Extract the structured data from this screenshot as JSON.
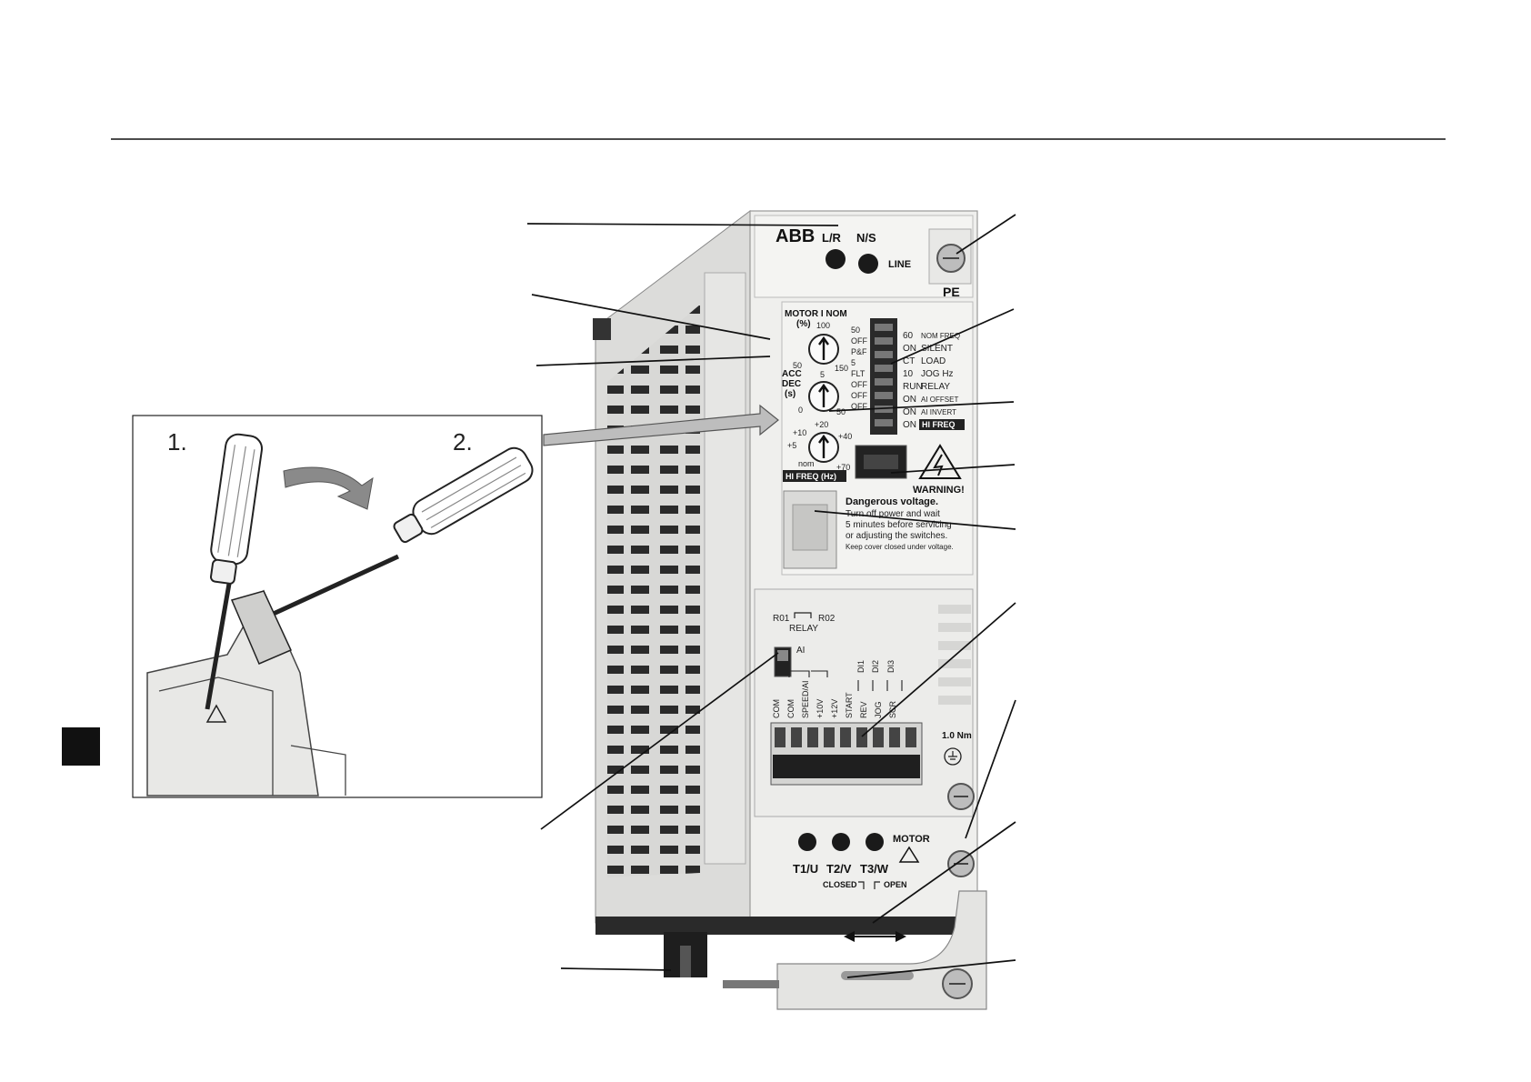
{
  "colors": {
    "line": "#111111",
    "device_face": "#efefed",
    "device_side": "#dcdcda",
    "dark": "#1a1a1a",
    "arrow_gray": "#8a8a8a",
    "marker": "#111111"
  },
  "top_panel": {
    "brand": "ABB",
    "lr": "L/R",
    "ns": "N/S",
    "line": "LINE",
    "pe": "PE"
  },
  "potentiometers": {
    "motor_label_1": "MOTOR I NOM",
    "motor_label_2": "(%)",
    "motor_ticks": [
      "100",
      "50",
      "150"
    ],
    "acc_label_1": "ACC",
    "acc_label_2": "DEC",
    "acc_label_3": "(s)",
    "acc_ticks": [
      "5",
      "0",
      "50"
    ],
    "freq_ticks": [
      "+20",
      "+10",
      "+40",
      "+5",
      "+70",
      "nom"
    ],
    "freq_label": "HI FREQ (Hz)"
  },
  "dip_left": [
    "50",
    "OFF",
    "P&F",
    "5",
    "FLT",
    "OFF",
    "OFF",
    "OFF"
  ],
  "dip_right": [
    {
      "a": "60",
      "b": "NOM FREQ"
    },
    {
      "a": "ON",
      "b": "SILENT"
    },
    {
      "a": "CT",
      "b": "LOAD"
    },
    {
      "a": "10",
      "b": "JOG Hz"
    },
    {
      "a": "RUN",
      "b": "RELAY"
    },
    {
      "a": "ON",
      "b": "AI OFFSET"
    },
    {
      "a": "ON",
      "b": "AI INVERT"
    },
    {
      "a": "ON",
      "b": "HI FREQ"
    }
  ],
  "warning": {
    "title": "WARNING!",
    "l1": "Dangerous voltage.",
    "l2": "Turn off power and wait",
    "l3": "5 minutes before servicing",
    "l4": "or adjusting the switches.",
    "l5": "Keep cover closed under voltage."
  },
  "io": {
    "r01": "R01",
    "r02": "R02",
    "relay": "RELAY",
    "ai": "AI",
    "di1": "DI1",
    "di2": "DI2",
    "di3": "DI3",
    "terms": [
      "COM",
      "COM",
      "SPEED/AI",
      "+10V",
      "+12V",
      "START",
      "REV",
      "JOG",
      "SCR"
    ],
    "torque": "1.0 Nm"
  },
  "motor": {
    "t1": "T1/U",
    "t2": "T2/V",
    "t3": "T3/W",
    "label": "MOTOR",
    "closed": "CLOSED",
    "open": "OPEN"
  },
  "inset": {
    "step1": "1.",
    "step2": "2."
  }
}
